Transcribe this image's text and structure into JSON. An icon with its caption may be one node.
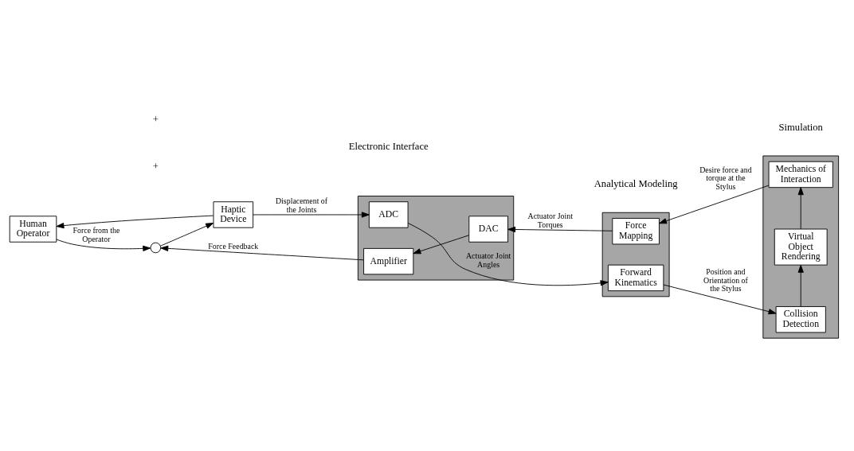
{
  "diagram": {
    "nodes": [
      {
        "text": [
          "Human Operator"
        ]
      },
      {
        "text": [
          "Haptic Device"
        ]
      },
      {
        "text": [],
        "shape": "circle"
      },
      {
        "text": [],
        "shape": "box"
      },
      {
        "text": [
          "ADC"
        ],
        "in": 3
      },
      {
        "text": [
          "Amplifier"
        ],
        "in": 3
      },
      {
        "text": [
          "DAC"
        ],
        "in": 3
      },
      {
        "text": [],
        "shape": "box"
      },
      {
        "text": [
          "Forward Kinematics"
        ],
        "in": 7
      },
      {
        "text": [
          "Force Mapping"
        ],
        "in": 7
      },
      {
        "text": [],
        "shape": "box"
      },
      {
        "text": [
          "Collision Detection"
        ],
        "in": 10
      },
      {
        "text": [
          "Virtual Object Rendering"
        ],
        "in": 10
      },
      {
        "text": [
          "Mechanics of Interaction"
        ],
        "in": 10
      }
    ],
    "edges": [
      {
        "from": 1,
        "to": 4,
        "arrow": "to",
        "label": "Displacement of the Joints"
      },
      {
        "from": 1,
        "to": 0,
        "arrow": "to"
      },
      {
        "from": 4,
        "to": 8,
        "arrow": "to",
        "label": "Actuator Joint Angles"
      },
      {
        "from": 8,
        "to": 11,
        "arrow": "to",
        "label": "Position and Orientation of the Stylus"
      },
      {
        "from": 11,
        "to": 12,
        "arrow": "to"
      },
      {
        "from": 12,
        "to": 13,
        "arrow": "to"
      },
      {
        "from": 13,
        "to": 9,
        "arrow": "to",
        "label": "Desire force and torque at the Stylus"
      },
      {
        "from": 9,
        "to": 6,
        "arrow": "to",
        "label": "Actuator Joint Torques"
      },
      {
        "from": 6,
        "to": 5,
        "arrow": "to"
      },
      {
        "from": 5,
        "to": 2,
        "arrow": "to",
        "label": "Force Feedback"
      },
      {
        "from": 0,
        "to": 2,
        "arrow": "to",
        "label": "Force from the Operator"
      },
      {
        "from": 2,
        "to": 1,
        "arrow": "to"
      }
    ],
    "labels": [
      "Electronic Interface",
      "Analytical Modeling",
      "Simulation",
      "+",
      "+"
    ]
  }
}
